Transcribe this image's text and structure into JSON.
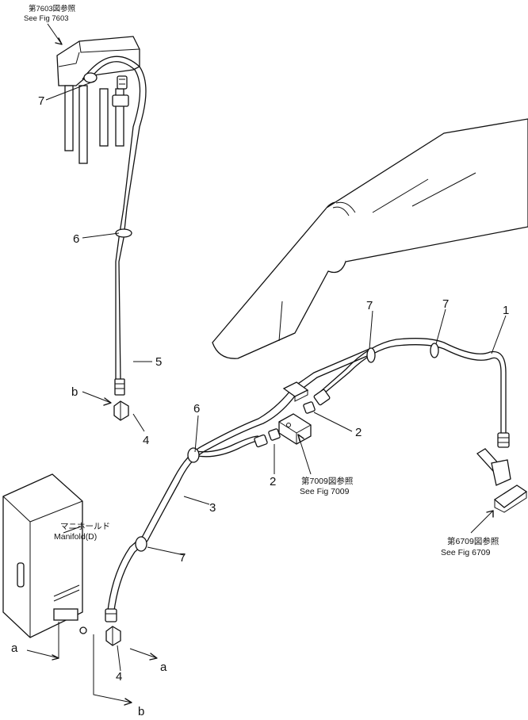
{
  "callouts": {
    "c1": "1",
    "c2a": "2",
    "c2b": "2",
    "c3": "3",
    "c4a": "4",
    "c4b": "4",
    "c5": "5",
    "c6a": "6",
    "c6b": "6",
    "c7a": "7",
    "c7b": "7",
    "c7c": "7",
    "c7d": "7"
  },
  "connections": {
    "a_top": "a",
    "a_bottom": "a",
    "b_top": "b",
    "b_bottom": "b"
  },
  "references": {
    "fig7603_jp": "第7603図参照",
    "fig7603_en": "See Fig 7603",
    "fig7009_jp": "第7009図参照",
    "fig7009_en": "See Fig 7009",
    "fig6709_jp": "第6709図参照",
    "fig6709_en": "See Fig 6709",
    "manifold_jp": "マニホールド",
    "manifold_en": "Manifold(D)"
  }
}
